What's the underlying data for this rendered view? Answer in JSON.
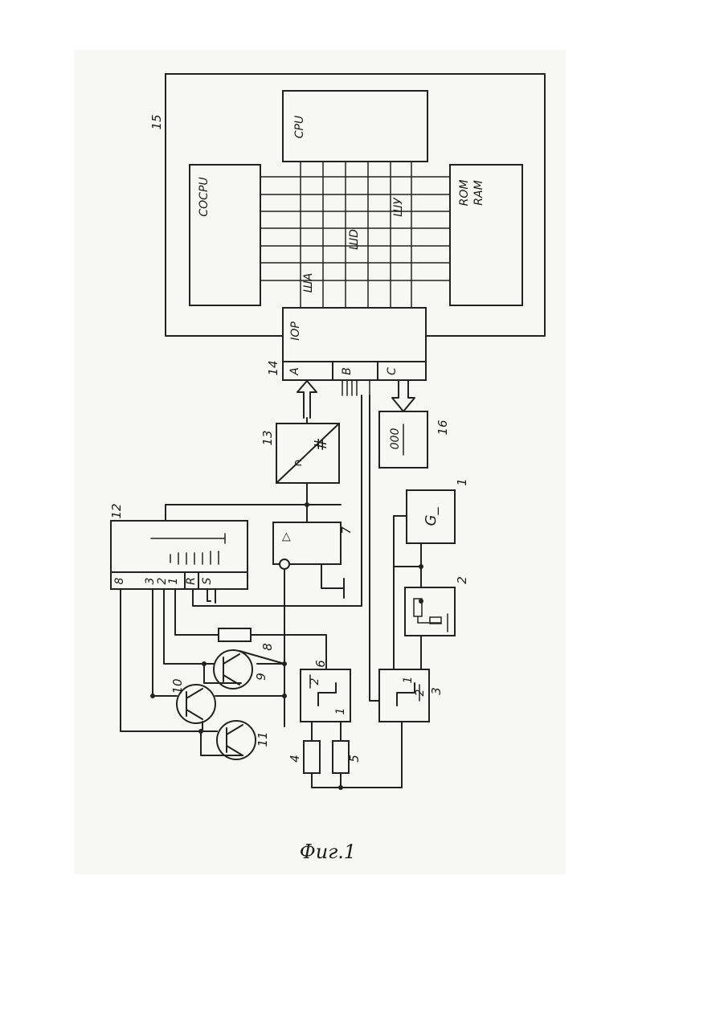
{
  "figure": {
    "caption": "Фuг.1",
    "labels": {
      "cpu": "CPU",
      "cocpu": "COCPU",
      "rom": "ROM",
      "ram": "RAM",
      "bus_address": "ША",
      "bus_data": "ШD",
      "bus_control": "ШУ",
      "iop": "IOP",
      "port_a": "A",
      "port_b": "B",
      "port_c": "C",
      "generator": "G_",
      "display": "000",
      "converter_hash": "#",
      "converter_tilde": "∩",
      "comparator": "▷",
      "pins_8": "8",
      "pins_3": "3",
      "pins_2": "2",
      "pins_1": "1",
      "pin_r": "R",
      "pin_s": "S",
      "sw_1": "1",
      "sw_2": "2"
    },
    "numbers": {
      "n1": "1",
      "n2": "2",
      "n3": "3",
      "n4": "4",
      "n5": "5",
      "n6": "6",
      "n7": "7",
      "n8": "8",
      "n9": "9",
      "n10": "10",
      "n11": "11",
      "n12": "12",
      "n13": "13",
      "n14": "14",
      "n15": "15",
      "n16": "16"
    }
  }
}
